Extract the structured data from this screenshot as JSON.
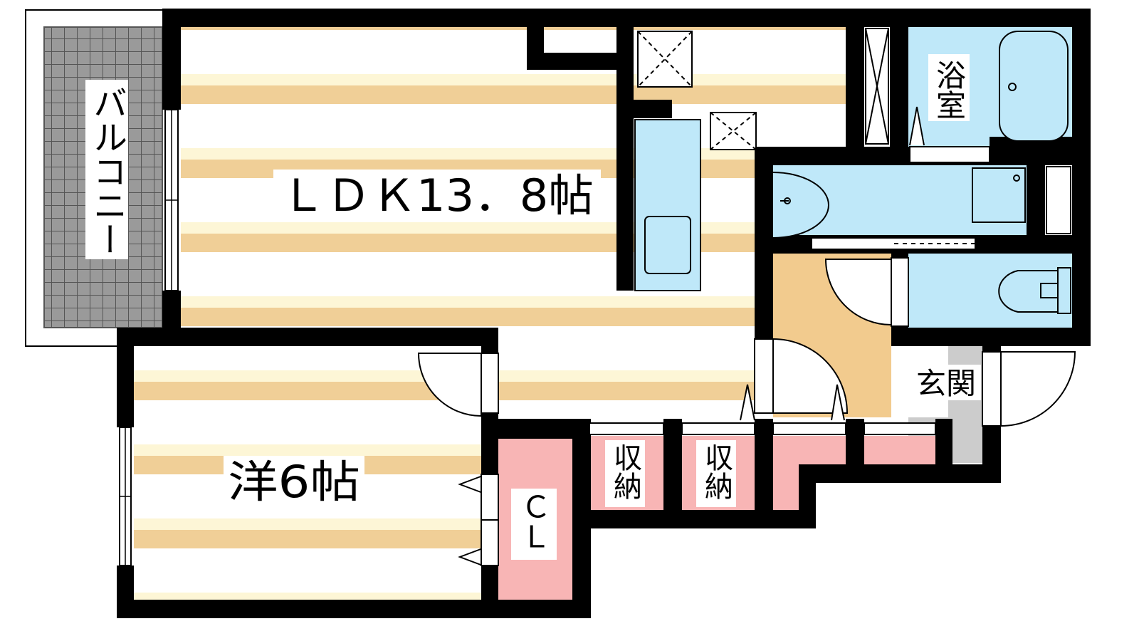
{
  "rooms": {
    "ldk": "ＬＤＫ13．8帖",
    "western": "洋6帖",
    "balcony": "バルコニー",
    "bath": "浴室",
    "entrance": "玄関",
    "closet": "ＣＬ",
    "storage_1": "収納",
    "storage_2": "収納"
  },
  "colors": {
    "wall": "#000000",
    "wood_stripe": "#f0cf97",
    "wood_light": "#fdf6d6",
    "wet_area": "#bfe8f9",
    "storage": "#f8b5b5",
    "entry_floor": "#f2cb8e",
    "genkan": "#cccccc",
    "balcony": "#9a9a9a",
    "balcony_grid": "#555555"
  },
  "icons": {
    "window": "window-icon",
    "door": "door-swing-icon",
    "sink": "sink-icon",
    "toilet": "toilet-icon",
    "bathtub": "bathtub-icon",
    "fridge_space": "fridge-space-icon"
  }
}
